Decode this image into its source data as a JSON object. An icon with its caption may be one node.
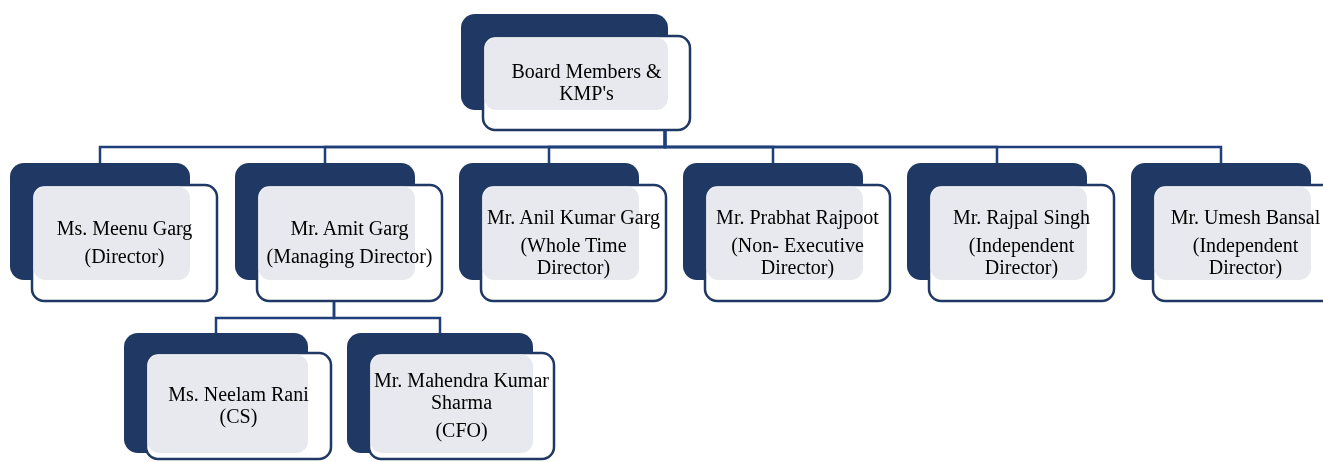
{
  "diagram": {
    "nodes": [
      {
        "text": [
          "Board Members & KMP's"
        ]
      },
      {
        "text": [
          "Ms. Meenu Garg",
          "(Director)"
        ]
      },
      {
        "text": [
          "Mr. Amit Garg",
          "(Managing Director)"
        ]
      },
      {
        "text": [
          "Mr. Anil Kumar Garg",
          "(Whole Time Director)"
        ]
      },
      {
        "text": [
          "Mr. Prabhat Rajpoot",
          "(Non- Executive Director)"
        ]
      },
      {
        "text": [
          "Mr. Rajpal Singh",
          "(Independent Director)"
        ]
      },
      {
        "text": [
          "Mr. Umesh Bansal",
          "(Independent Director)"
        ]
      },
      {
        "text": [
          "Ms. Neelam Rani (CS)"
        ]
      },
      {
        "text": [
          "Mr. Mahendra Kumar Sharma",
          "(CFO)"
        ]
      }
    ],
    "edges": [
      {
        "from": 0,
        "to": 1,
        "arrow": "none"
      },
      {
        "from": 0,
        "to": 2,
        "arrow": "none"
      },
      {
        "from": 0,
        "to": 3,
        "arrow": "none"
      },
      {
        "from": 0,
        "to": 4,
        "arrow": "none"
      },
      {
        "from": 0,
        "to": 5,
        "arrow": "none"
      },
      {
        "from": 0,
        "to": 6,
        "arrow": "none"
      },
      {
        "from": 2,
        "to": 7,
        "arrow": "none"
      },
      {
        "from": 2,
        "to": 8,
        "arrow": "none"
      }
    ]
  }
}
